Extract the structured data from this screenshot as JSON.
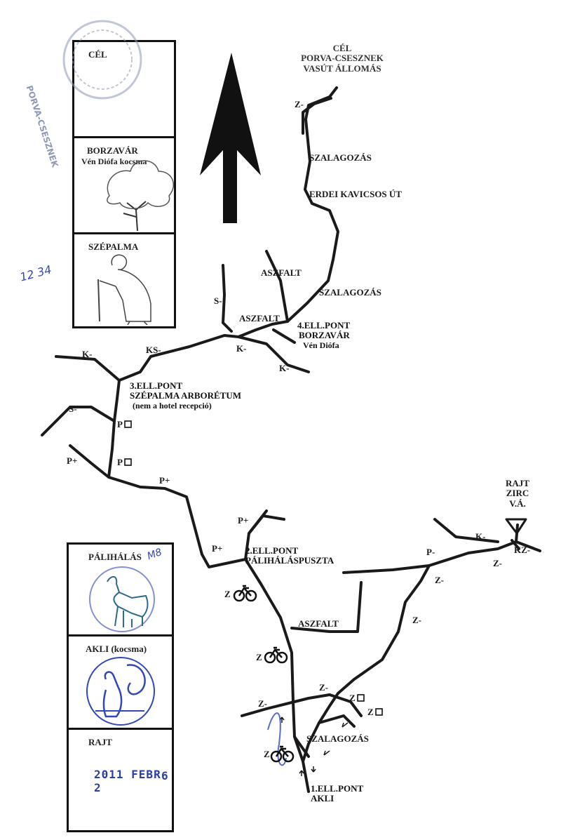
{
  "legend_top": {
    "cells": [
      {
        "title": "CÉL",
        "stamp_text": "PORVA-CSESZNEK"
      },
      {
        "title": "BORZAVÁR",
        "subtitle": "Vén Diófa kocsma"
      },
      {
        "title": "SZÉPALMA"
      }
    ]
  },
  "legend_bottom": {
    "cells": [
      {
        "title": "PÁLIHÁLÁS",
        "handwriting": "M8"
      },
      {
        "title": "AKLI (kocsma)"
      },
      {
        "title": "RAJT",
        "stamp_date": "2011 FEBR 2",
        "stamp_suffix": "6"
      }
    ]
  },
  "handwriting_side": "12 34",
  "finish": {
    "line1": "CÉL",
    "line2": "PORVA-CSESZNEK",
    "line3": "VASÚT ÁLLOMÁS"
  },
  "start": {
    "line1": "RAJT",
    "line2": "ZIRC",
    "line3": "V.Á."
  },
  "checkpoints": [
    {
      "line1": "1.ELL.PONT",
      "line2": "AKLI"
    },
    {
      "line1": "2.ELL.PONT",
      "line2": "PÁLIHÁLÁSPUSZTA"
    },
    {
      "line1": "3.ELL.PONT",
      "line2": "SZÉPALMA ARBORÉTUM",
      "line3": "(nem a hotel recepció)"
    },
    {
      "line1": "4.ELL.PONT",
      "line2": "BORZAVÁR",
      "line3": "Vén Diófa"
    }
  ],
  "route_labels": {
    "z_top": "Z-",
    "szalagozas_1": "SZALAGOZÁS",
    "erdei_ut": "ERDEI KAVICSOS ÚT",
    "aszfalt_1": "ASZFALT",
    "szalagozas_2": "SZALAGOZÁS",
    "s_1": "S-",
    "aszfalt_2": "ASZFALT",
    "k_1": "K-",
    "ks": "KS-",
    "k_2": "K-",
    "k_3": "K-",
    "s_2": "S-",
    "p_square_1": "P",
    "p_square_2": "P",
    "p_plus_1": "P+",
    "p_plus_2": "P+",
    "p_plus_3": "P+",
    "p_plus_4": "P+",
    "k_4": "K-",
    "kz": "KZ-",
    "p_minus": "P-",
    "z_1": "Z-",
    "z_2": "Z-",
    "z_3": "Z-",
    "z_bike_1": "Z",
    "aszfalt_3": "ASZFALT",
    "z_bike_2": "Z",
    "z_4": "Z-",
    "z_5": "Z-",
    "z_square_1": "Z",
    "z_square_2": "Z",
    "szalagozas_3": "SZALAGOZÁS",
    "z_bike_3": "Z"
  },
  "colors": {
    "route": "#1a1a1a",
    "stamp_blue": "#3048b8",
    "stamp_grey": "#8f99b5"
  }
}
